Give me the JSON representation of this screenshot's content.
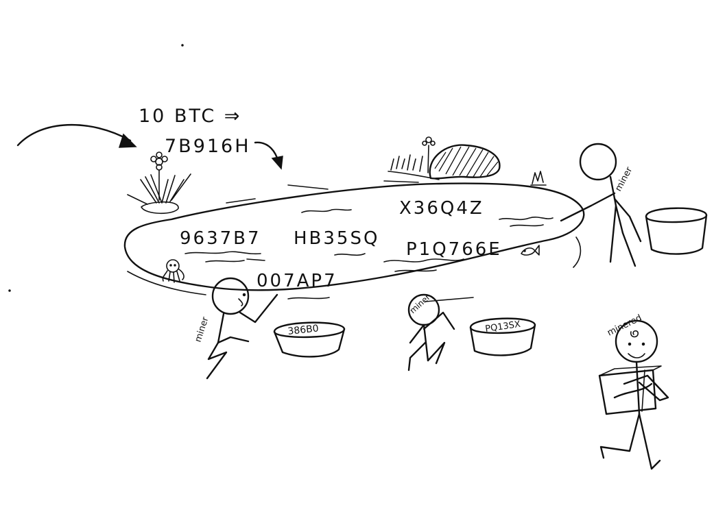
{
  "note": {
    "line1": "10 BTC ⇒",
    "line2": "7B916H"
  },
  "pool": {
    "codes": [
      "9637B7",
      "HB35SQ",
      "X36Q4Z",
      "P1Q766E",
      "007AP7"
    ]
  },
  "miners": [
    {
      "label": "miner"
    },
    {
      "label": "miner"
    },
    {
      "label": "miner"
    }
  ],
  "successful_miner": {
    "label": "minered"
  },
  "baskets": [
    {
      "label": "386B0"
    },
    {
      "label": "PQ13SX"
    },
    {
      "label": ""
    }
  ],
  "ink_color": "#111111"
}
